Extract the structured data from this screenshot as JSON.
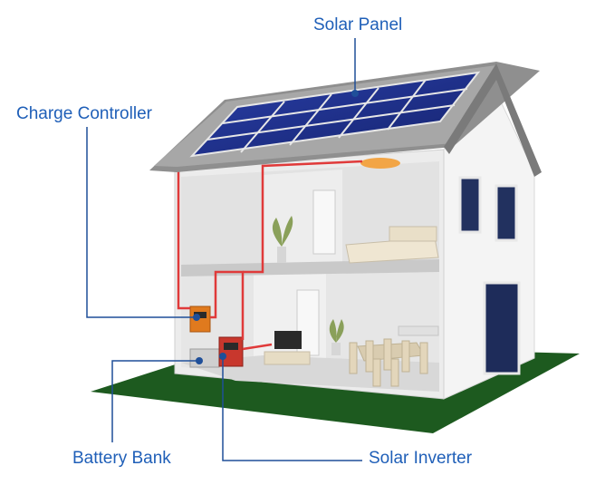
{
  "labels": {
    "solar_panel": "Solar Panel",
    "charge_controller": "Charge Controller",
    "battery_bank": "Battery Bank",
    "solar_inverter": "Solar Inverter"
  },
  "colors": {
    "label_text": "#1f5fb8",
    "leader_line": "#1f4f99",
    "wire": "#e03a3a",
    "panel": "#1c2f8a",
    "grass": "#1d5a1f",
    "wall": "#f2f2f2",
    "roof": "#8a8a8a"
  }
}
